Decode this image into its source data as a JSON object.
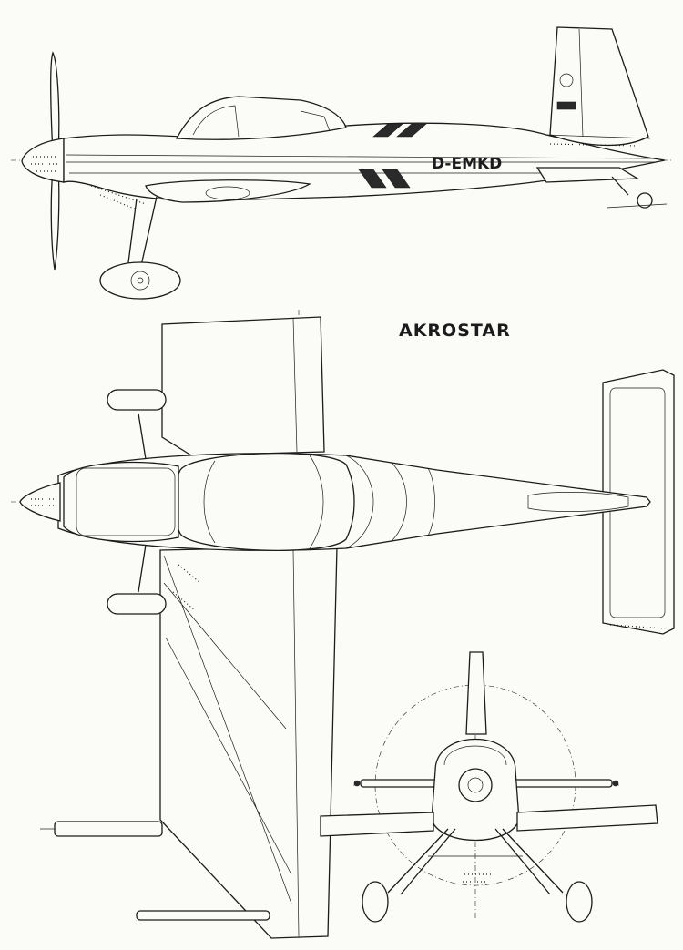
{
  "title": "AKROSTAR",
  "registration": "D-EMKD",
  "views": [
    "side-view",
    "top-view",
    "front-view"
  ],
  "colors": {
    "ink": "#1b1b1b",
    "paper": "#fbfbf8"
  }
}
